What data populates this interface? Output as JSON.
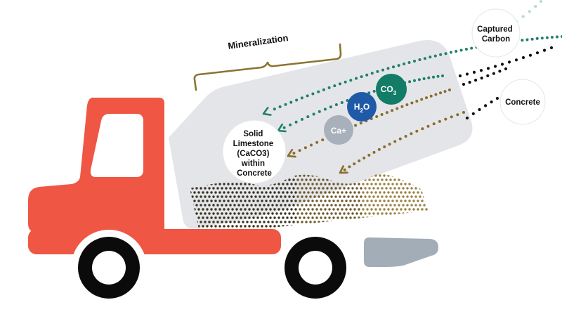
{
  "labels": {
    "mineralization": "Mineralization",
    "captured_carbon_line1": "Captured",
    "captured_carbon_line2": "Carbon",
    "concrete": "Concrete",
    "solid_line1": "Solid",
    "solid_line2": "Limestone",
    "solid_line3": "(CaCO3)",
    "solid_line4": "within",
    "solid_line5": "Concrete",
    "ca_plus": "Ca+",
    "h2o_main": "H",
    "h2o_sub": "2",
    "h2o_end": "O",
    "co3_main": "CO",
    "co3_sub": "3"
  },
  "colors": {
    "truck_red": "#ef5644",
    "drum_gray": "#e3e5e9",
    "chute_gray": "#a3adb8",
    "wheel_black": "#0b0b0b",
    "bracket_gold": "#8a7430",
    "teal_dots": "#1f7f6c",
    "black_dots": "#111111",
    "gold_dots": "#8a6d2a",
    "h2o_blue": "#1f5aa8",
    "co3_green": "#137c66",
    "ca_gray": "#a8b0bb"
  }
}
